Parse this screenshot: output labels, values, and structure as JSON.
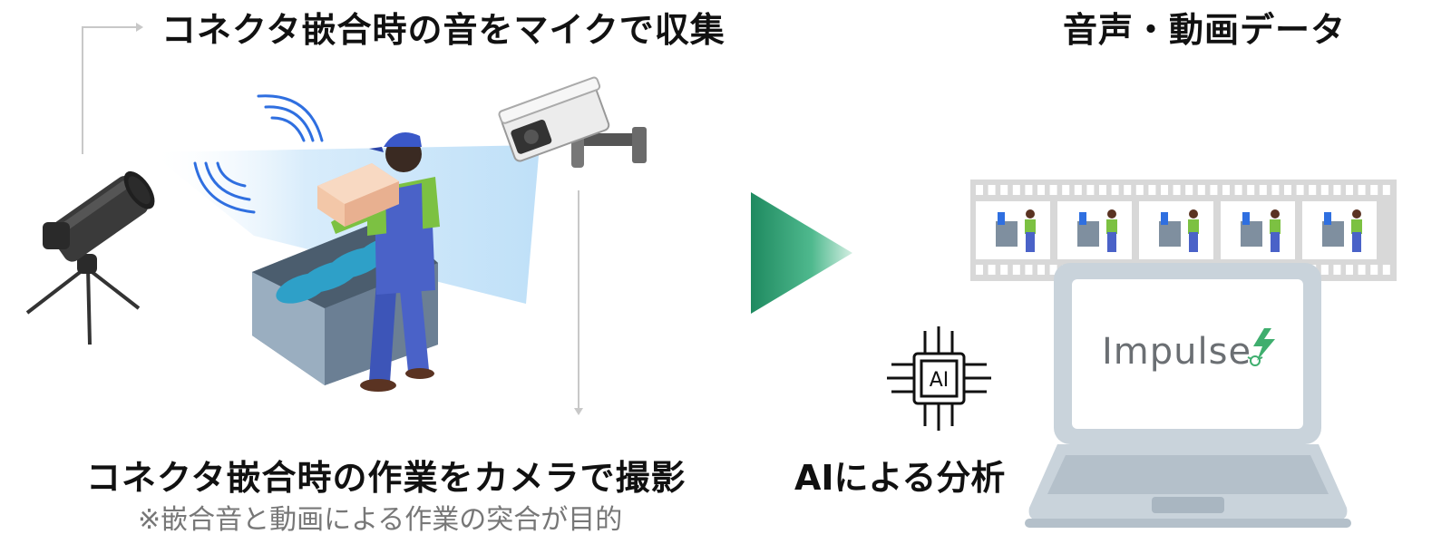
{
  "left": {
    "mic_caption": "コネクタ嵌合時の音をマイクで収集",
    "camera_caption": "コネクタ嵌合時の作業をカメラで撮影",
    "note": "※嵌合音と動画による作業の突合が目的"
  },
  "right": {
    "data_title": "音声・動画データ",
    "ai_chip_label": "AI",
    "ai_caption": "AIによる分析",
    "laptop_brand": "Impulse"
  },
  "icons": [
    "microphone-icon",
    "sound-wave-icon",
    "worker-icon",
    "security-camera-icon",
    "play-arrow-icon",
    "audio-waveform-icon",
    "film-strip-icon",
    "ai-chip-icon",
    "laptop-icon",
    "impulse-logo-icon"
  ],
  "colors": {
    "arrow_green": "#1f8a60",
    "wave_green": "#2e9a5a",
    "wave_blue": "#2f6fe0",
    "worker_blue": "#4a62c8",
    "worker_green": "#7cc142",
    "camera_beam": "#cfe8fb",
    "laptop_grey": "#c9d3db",
    "brand_text": "#6b6f73",
    "brand_accent": "#3fae6e"
  }
}
